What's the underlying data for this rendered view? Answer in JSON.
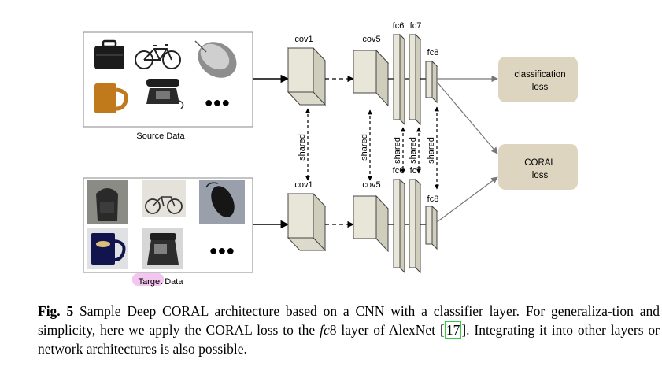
{
  "figure": {
    "source_label": "Source Data",
    "target_label_highlight": "Target",
    "target_label_rest": " Data",
    "layers": {
      "cov1": "cov1",
      "cov5": "cov5",
      "fc6": "fc6",
      "fc7": "fc7",
      "fc8": "fc8"
    },
    "shared_label": "shared",
    "classification_loss_line1": "classification",
    "classification_loss_line2": "loss",
    "coral_loss_line1": "CORAL",
    "coral_loss_line2": "loss",
    "ellipsis": "●●●",
    "box_color": "#e8e6d8",
    "loss_color": "#ddd5c0"
  },
  "caption": {
    "label": "Fig. 5",
    "text1": " Sample Deep CORAL architecture based on a CNN with a classifier layer. For generaliza-tion and simplicity, here we apply the CORAL loss to the ",
    "math": "fc",
    "math_num": "8",
    "text2": " layer of AlexNet ",
    "ref": "17",
    "text3": ". Integrating it into other layers or network architectures is also possible."
  }
}
